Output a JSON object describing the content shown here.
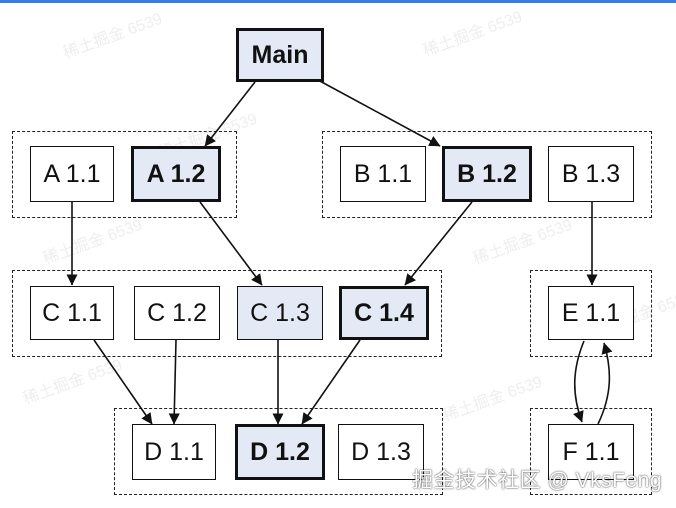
{
  "nodes": {
    "main": "Main",
    "a11": "A 1.1",
    "a12": "A 1.2",
    "b11": "B 1.1",
    "b12": "B 1.2",
    "b13": "B 1.3",
    "c11": "C 1.1",
    "c12": "C 1.2",
    "c13": "C 1.3",
    "c14": "C 1.4",
    "d11": "D 1.1",
    "d12": "D 1.2",
    "d13": "D 1.3",
    "e11": "E 1.1",
    "f11": "F 1.1"
  },
  "highlight_color": "#e3eaf5",
  "edges": [
    [
      "main",
      "a12"
    ],
    [
      "main",
      "b12"
    ],
    [
      "a11",
      "c11"
    ],
    [
      "a12",
      "c13"
    ],
    [
      "b12",
      "c14"
    ],
    [
      "b13",
      "e11"
    ],
    [
      "c11",
      "d11"
    ],
    [
      "c12",
      "d11"
    ],
    [
      "c13",
      "d12"
    ],
    [
      "c14",
      "d12"
    ],
    [
      "e11",
      "f11"
    ],
    [
      "f11",
      "e11"
    ]
  ],
  "watermark_text": "稀土掘金 6539",
  "credit": "掘金技术社区 @ VksFeng"
}
